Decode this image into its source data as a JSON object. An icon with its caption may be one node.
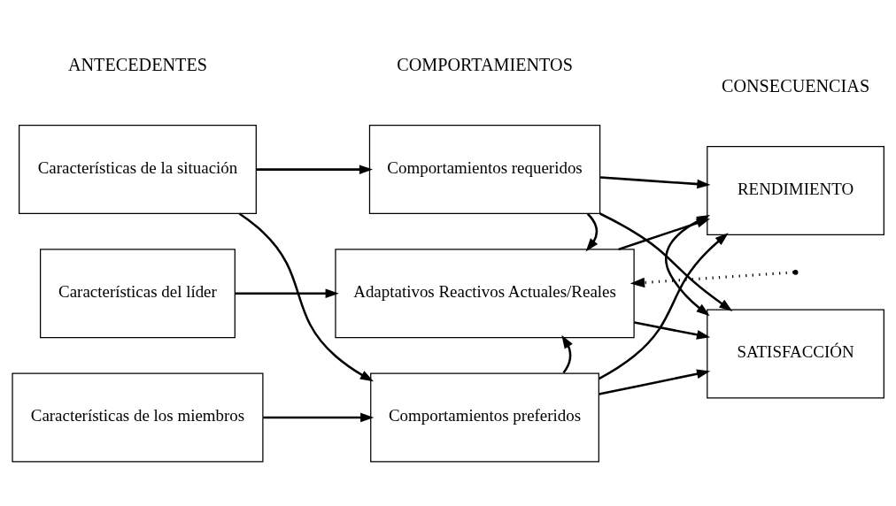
{
  "diagram": {
    "nodes": [
      {
        "text": [
          "Características de la situación"
        ]
      },
      {
        "text": [
          "Características del líder"
        ]
      },
      {
        "text": [
          "Características de los miembros"
        ]
      },
      {
        "text": [
          "Comportamientos requeridos"
        ]
      },
      {
        "text": [
          "Adaptativos Reactivos Actuales/Reales"
        ]
      },
      {
        "text": [
          "Comportamientos preferidos"
        ]
      },
      {
        "text": [
          "RENDIMIENTO"
        ]
      },
      {
        "text": [
          "SATISFACCIÓN"
        ]
      }
    ],
    "edges": [
      {
        "from": 0,
        "to": 3,
        "arrow": "to"
      },
      {
        "from": 0,
        "to": 5,
        "arrow": "to"
      },
      {
        "from": 1,
        "to": 4,
        "arrow": "to"
      },
      {
        "from": 2,
        "to": 5,
        "arrow": "to"
      },
      {
        "from": 3,
        "to": 4,
        "arrow": "to"
      },
      {
        "from": 5,
        "to": 4,
        "arrow": "to"
      },
      {
        "from": 3,
        "to": 6,
        "arrow": "to"
      },
      {
        "from": 3,
        "to": 7,
        "arrow": "to"
      },
      {
        "from": 4,
        "to": 6,
        "arrow": "to"
      },
      {
        "from": 4,
        "to": 7,
        "arrow": "to"
      },
      {
        "from": 5,
        "to": 6,
        "arrow": "to"
      },
      {
        "from": 5,
        "to": 7,
        "arrow": "to"
      },
      {
        "from": 6,
        "to": 7,
        "arrow": "both"
      },
      {
        "from": null,
        "to": 4,
        "arrow": "to",
        "style": "dashed"
      }
    ],
    "labels": [
      "ANTECEDENTES",
      "COMPORTAMIENTOS",
      "CONSECUENCIAS"
    ]
  }
}
